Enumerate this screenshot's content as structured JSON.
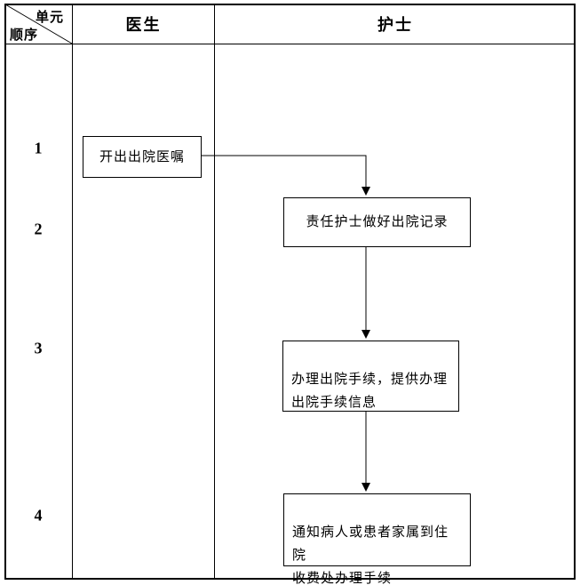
{
  "header": {
    "corner_top_right": "单元",
    "corner_bottom_left": "顺序",
    "columns": [
      {
        "label": "医生"
      },
      {
        "label": "护士"
      }
    ]
  },
  "rows": [
    {
      "number": "1"
    },
    {
      "number": "2"
    },
    {
      "number": "3"
    },
    {
      "number": "4"
    }
  ],
  "flowchart": {
    "boxes": [
      {
        "step": "1",
        "lane": "医生",
        "text": "开出出院医嘱"
      },
      {
        "step": "2",
        "lane": "护士",
        "text": "责任护士做好出院记录"
      },
      {
        "step": "3",
        "lane": "护士",
        "text": "办理出院手续，提供办理\n出院手续信息"
      },
      {
        "step": "4",
        "lane": "护士",
        "text": "通知病人或患者家属到住院\n收费处办理手续"
      }
    ]
  },
  "colors": {
    "line": "#000000",
    "background": "#ffffff",
    "text": "#000000"
  }
}
